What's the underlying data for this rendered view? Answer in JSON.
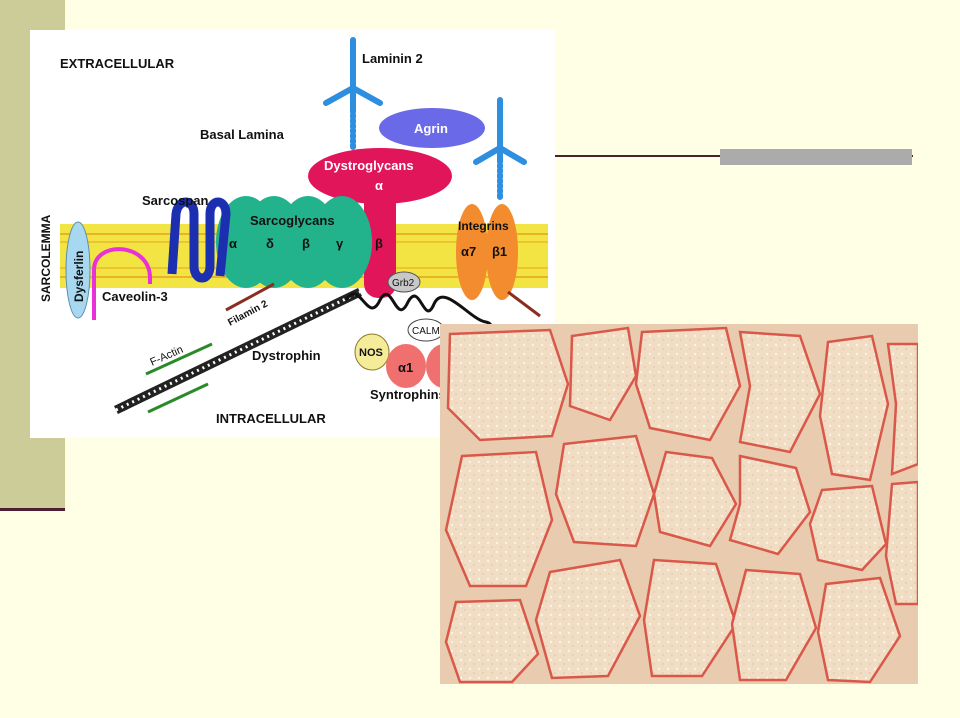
{
  "labels": {
    "extracellular": "EXTRACELLULAR",
    "intracellular": "INTRACELLULAR",
    "sarcolemma": "SARCOLEMMA",
    "basal_lamina": "Basal Lamina",
    "laminin": "Laminin 2",
    "agrin": "Agrin",
    "dystroglycans": "Dystroglycans",
    "alpha": "α",
    "beta": "β",
    "gamma": "γ",
    "delta": "δ",
    "sarcospan": "Sarcospan",
    "sarcoglycans": "Sarcoglycans",
    "integrins": "Integrins",
    "alpha7": "α7",
    "beta1": "β1",
    "dysferlin": "Dysferlin",
    "caveolin": "Caveolin-3",
    "filamin": "Filamin 2",
    "f_actin": "F-Actin",
    "dystrophin": "Dystrophin",
    "grb2": "Grb2",
    "calm": "CALM",
    "nos": "NOS",
    "alpha1": "α1",
    "syntrophins": "Syntrophins"
  },
  "colors": {
    "background": "#FFFFE5",
    "sidebar": "#CCCC99",
    "accent_rule": "#4D1F2F",
    "membrane": "#F2E442",
    "sarcoglycan": "#22B28C",
    "dystroglycan": "#E1165A",
    "agrin": "#6A6AE8",
    "laminin": "#2E8FE0",
    "integrin": "#F28C2E",
    "dysferlin": "#A8D8F0",
    "caveolin": "#E832D8",
    "sarcospan": "#1C2FB0",
    "syntrophin": "#F07070",
    "tissue": "#F0DDC4",
    "tissue_border": "#D9584A"
  }
}
